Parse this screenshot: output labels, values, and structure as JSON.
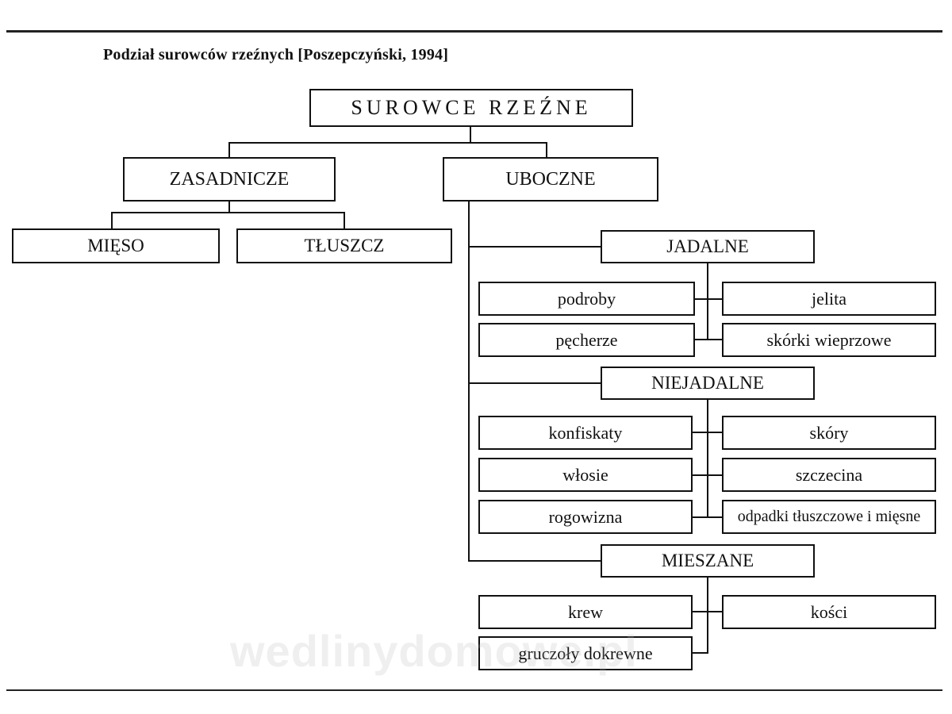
{
  "title": "Podział surowców rzeźnych [Poszepczyński, 1994]",
  "root": "SUROWCE RZEŹNE",
  "main": {
    "label": "ZASADNICZE",
    "children": [
      "MIĘSO",
      "TŁUSZCZ"
    ]
  },
  "byproducts": {
    "label": "UBOCZNE",
    "groups": [
      {
        "label": "JADALNE",
        "items_left": [
          "podroby",
          "pęcherze"
        ],
        "items_right": [
          "jelita",
          "skórki wieprzowe"
        ]
      },
      {
        "label": "NIEJADALNE",
        "items_left": [
          "konfiskaty",
          "włosie",
          "rogowizna"
        ],
        "items_right": [
          "skóry",
          "szczecina",
          "odpadki tłuszczowe i mięsne"
        ]
      },
      {
        "label": "MIESZANE",
        "items_left": [
          "krew",
          "gruczoły dokrewne"
        ],
        "items_right": [
          "kości"
        ]
      }
    ]
  },
  "watermark": "wedlinydomowe.pl"
}
